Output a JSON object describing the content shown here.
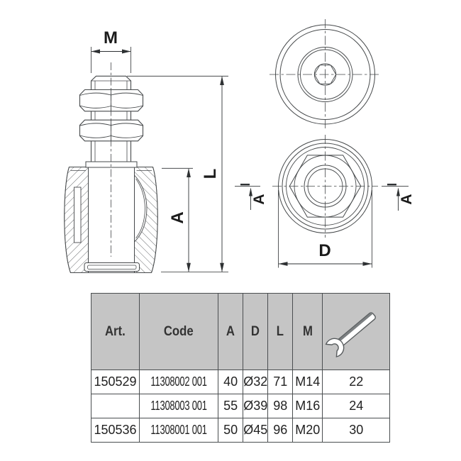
{
  "drawing": {
    "labels": {
      "thread": "M",
      "total_length": "L",
      "body_height_side": "A",
      "body_height_front_left": "A",
      "body_height_front_right": "A",
      "outer_diameter": "D"
    }
  },
  "table": {
    "headers": {
      "art": "Art.",
      "code": "Code",
      "a": "A",
      "d": "D",
      "l": "L",
      "m": "M",
      "wrench_icon": "wrench-icon"
    },
    "rows": [
      {
        "art": "150529",
        "code": "11308002 001",
        "a": "40",
        "d": "Ø32",
        "l": "71",
        "m": "M14",
        "wrench": "22"
      },
      {
        "art": "",
        "code": "11308003 001",
        "a": "55",
        "d": "Ø39",
        "l": "98",
        "m": "M16",
        "wrench": "24"
      },
      {
        "art": "150536",
        "code": "11308001 001",
        "a": "50",
        "d": "Ø45",
        "l": "96",
        "m": "M20",
        "wrench": "30"
      }
    ]
  },
  "colors": {
    "table_header_bg": "#c5c5c5",
    "line": "#46494b",
    "text": "#222222"
  }
}
